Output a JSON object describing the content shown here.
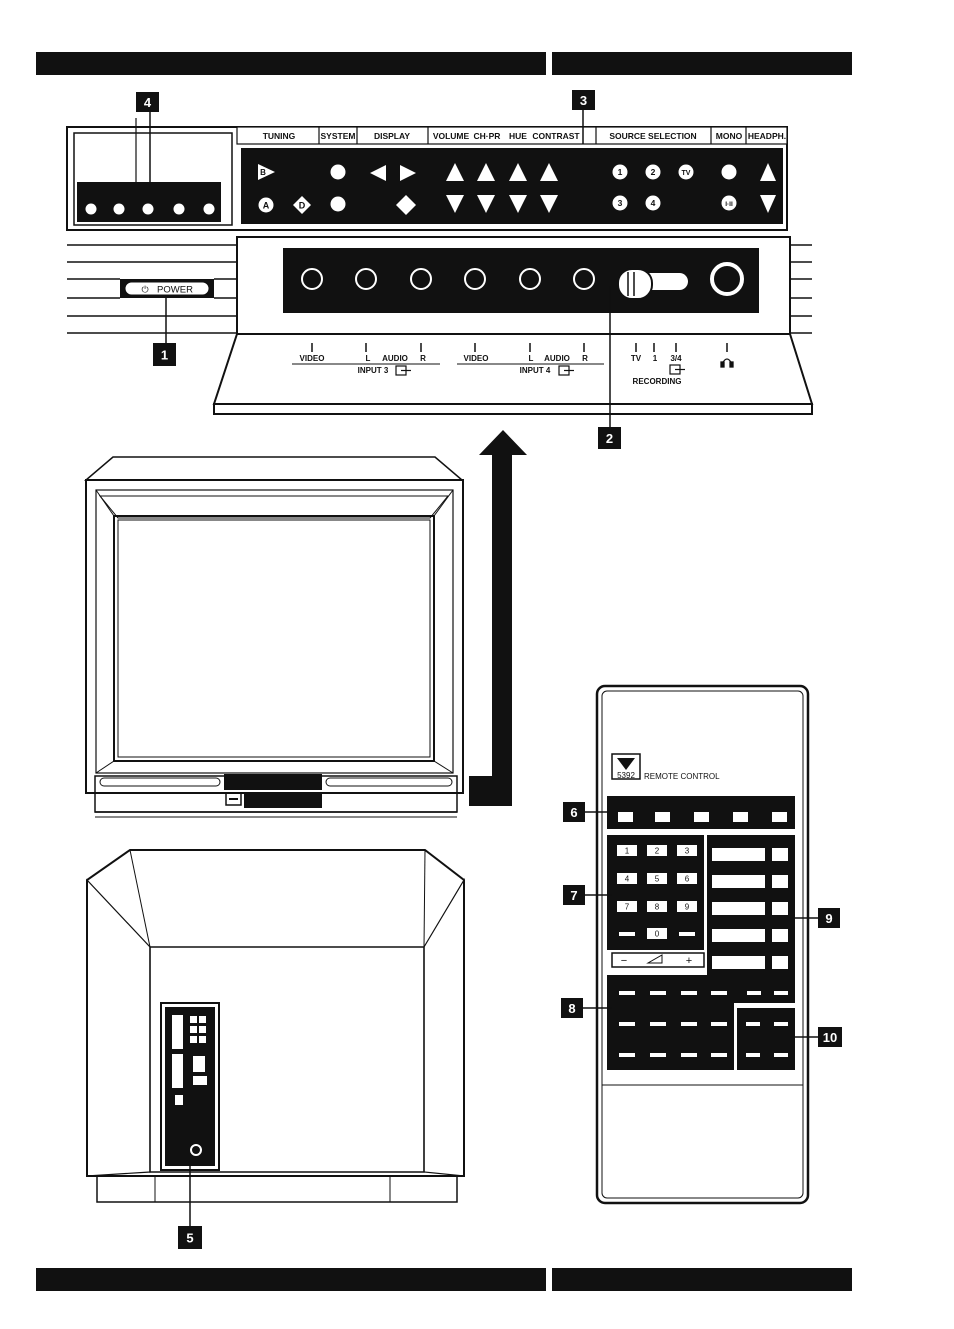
{
  "callouts": [
    "1",
    "2",
    "3",
    "4",
    "5",
    "6",
    "7",
    "8",
    "9",
    "10"
  ],
  "panel": {
    "headers": {
      "tuning": "TUNING",
      "system": "SYSTEM",
      "display": "DISPLAY",
      "volume": "VOLUME",
      "chpr": "CH·PR",
      "hue": "HUE",
      "contrast": "CONTRAST",
      "source_selection": "SOURCE SELECTION",
      "mono": "MONO",
      "headph": "HEADPH."
    },
    "buttons": {
      "b": "B",
      "a": "A",
      "d": "D",
      "src1": "1",
      "src2": "2",
      "src3": "3",
      "src4": "4",
      "tv": "TV",
      "dual": "I·II"
    },
    "power_label": "POWER",
    "power_symbol": "⏻"
  },
  "sockets": {
    "video": "VIDEO",
    "l": "L",
    "audio": "AUDIO",
    "r": "R",
    "input3": "INPUT 3",
    "input4": "INPUT 4",
    "tv": "TV",
    "one": "1",
    "three_four": "3/4",
    "recording": "RECORDING",
    "headphone_symbol": "🎧"
  },
  "remote": {
    "model": "5392",
    "label": "REMOTE CONTROL",
    "keypad": [
      "1",
      "2",
      "3",
      "4",
      "5",
      "6",
      "7",
      "8",
      "9",
      "",
      "0",
      ""
    ],
    "volume_minus": "−",
    "volume_plus": "+"
  },
  "colors": {
    "ink": "#111111",
    "paper": "#ffffff"
  }
}
